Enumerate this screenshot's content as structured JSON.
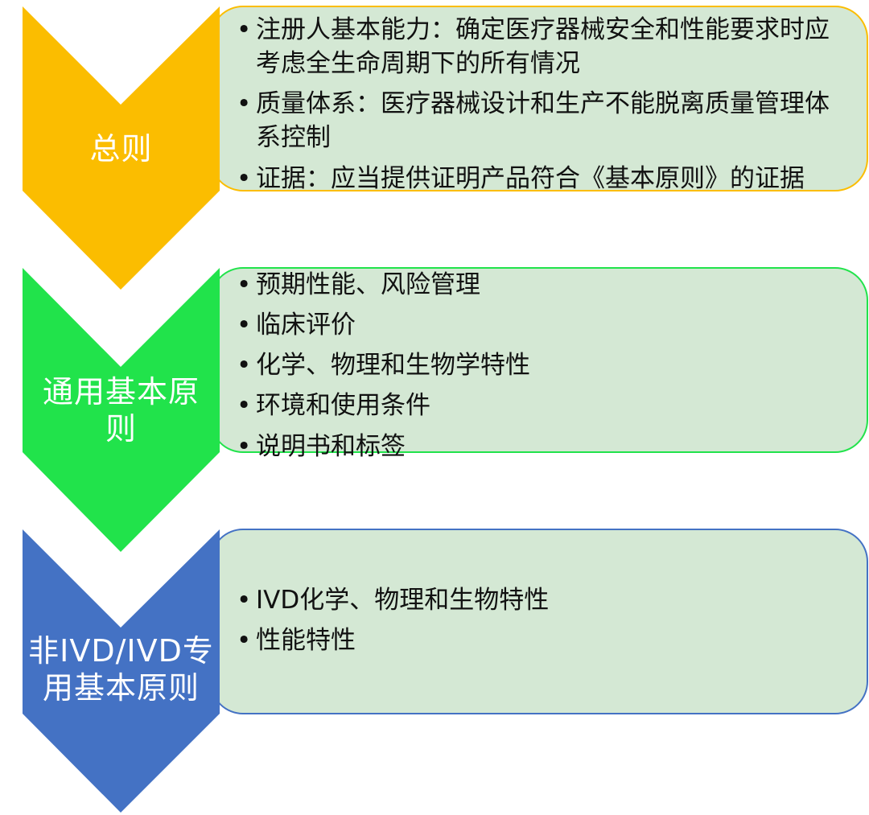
{
  "colors": {
    "stage1_chevron": "#FBBD00",
    "stage2_chevron": "#21E34B",
    "stage3_chevron": "#4472C4",
    "box_fill": "#D4E8D4",
    "stage1_border": "#FBBD00",
    "stage2_border": "#21E34B",
    "stage3_border": "#4472C4"
  },
  "stages": [
    {
      "title_lines": [
        "总则"
      ],
      "bullets": [
        "注册人基本能力：确定医疗器械安全和性能要求时应考虑全生命周期下的所有情况",
        "质量体系：医疗器械设计和生产不能脱离质量管理体系控制",
        "证据：应当提供证明产品符合《基本原则》的证据"
      ]
    },
    {
      "title_lines": [
        "通用基本原",
        "则"
      ],
      "bullets": [
        "预期性能、风险管理",
        "临床评价",
        "化学、物理和生物学特性",
        "环境和使用条件",
        "说明书和标签"
      ]
    },
    {
      "title_lines": [
        "非IVD/IVD专",
        "用基本原则"
      ],
      "bullets": [
        "IVD化学、物理和生物特性",
        "性能特性"
      ]
    }
  ]
}
